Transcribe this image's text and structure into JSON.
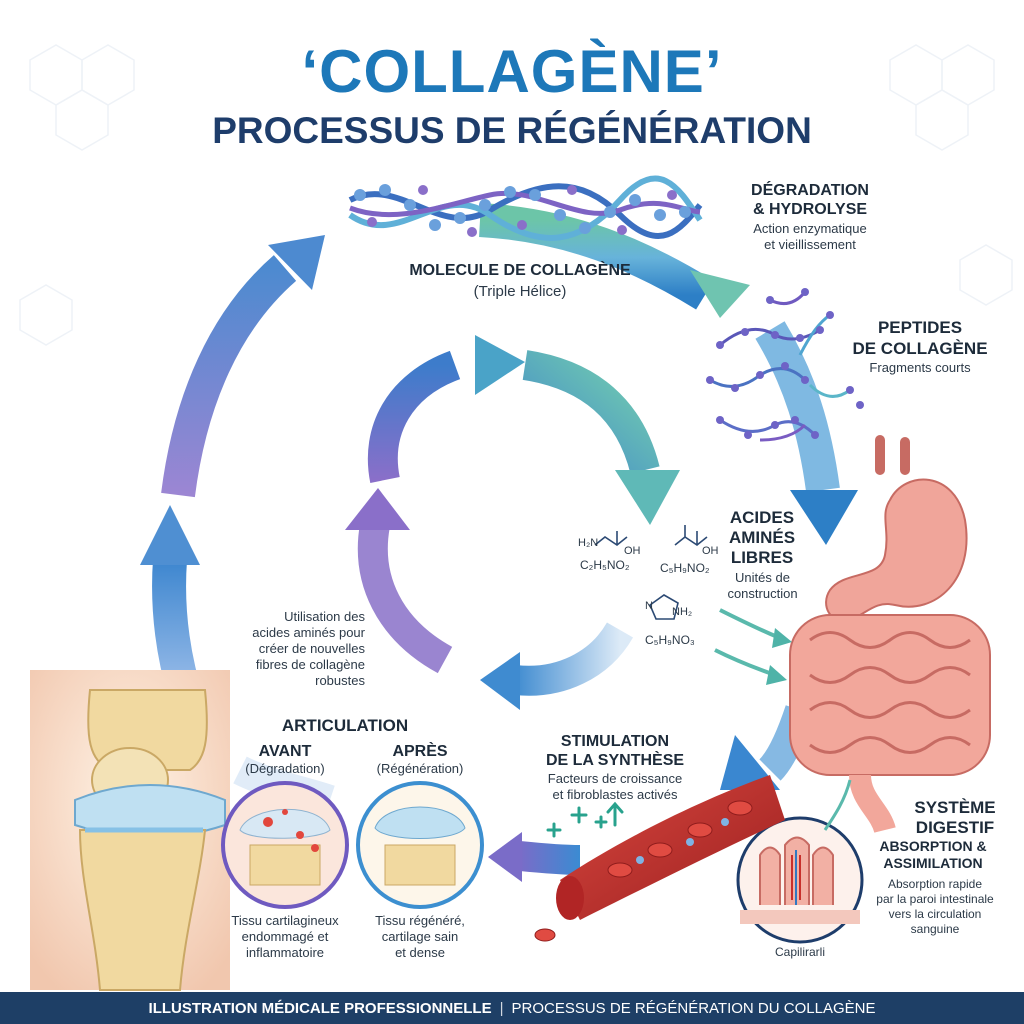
{
  "title": "‘COLLAGÈNE’",
  "subtitle": "PROCESSUS DE RÉGÉNÉRATION",
  "molecule": {
    "title": "MOLECULE DE COLLAGÈNE",
    "subtitle": "(Triple Hélice)"
  },
  "degradation": {
    "title_line1": "DÉGRADATION",
    "title_line2": "& HYDROLYSE",
    "desc_line1": "Action enzymatique",
    "desc_line2": "et vieillissement"
  },
  "peptides": {
    "title_line1": "PEPTIDES",
    "title_line2": "DE COLLAGÈNE",
    "desc": "Fragments courts"
  },
  "amino_acids": {
    "title_line1": "ACIDES",
    "title_line2": "AMINÉS",
    "title_line3": "LIBRES",
    "desc_line1": "Unités de",
    "desc_line2": "construction",
    "glycine_formula": "C₂H₅NO₂",
    "glutamic_formula": "C₅H₉NO₂",
    "proline_formula": "C₅H₉NO₃",
    "label_h2n": "H₂N",
    "label_oh1": "OH",
    "label_oh2": "OH",
    "label_nh2": "NH₂",
    "label_nh": "N"
  },
  "utilisation": {
    "line1": "Utilisation des",
    "line2": "acides aminés pour",
    "line3": "créer de nouvelles",
    "line4": "fibres de collagène",
    "line5": "robustes"
  },
  "articulation": {
    "title": "ARTICULATION",
    "before_title": "AVANT",
    "before_sub": "(Dégradation)",
    "after_title": "APRÈS",
    "after_sub": "(Régénération)",
    "before_desc_line1": "Tissu cartilagineux",
    "before_desc_line2": "endommagé et",
    "before_desc_line3": "inflammatoire",
    "after_desc_line1": "Tissu régénéré,",
    "after_desc_line2": "cartilage sain",
    "after_desc_line3": "et dense"
  },
  "stimulation": {
    "title_line1": "STIMULATION",
    "title_line2": "DE LA SYNTHÈSE",
    "desc_line1": "Facteurs de croissance",
    "desc_line2": "et fibroblastes activés"
  },
  "digestive": {
    "title_line1": "SYSTÈME",
    "title_line2": "DIGESTIF",
    "absorption_line1": "ABSORPTION &",
    "absorption_line2": "ASSIMILATION",
    "desc_line1": "Absorption rapide",
    "desc_line2": "par la paroi intestinale",
    "desc_line3": "vers la circulation",
    "desc_line4": "sanguine",
    "capillary_label": "Capilirarli"
  },
  "footer": {
    "bold": "ILLUSTRATION MÉDICALE PROFESSIONNELLE",
    "separator": "|",
    "rest": "PROCESSUS DE RÉGÉNÉRATION DU COLLAGÈNE"
  },
  "colors": {
    "title_blue": "#1d78b9",
    "navy": "#1e3d6b",
    "footer_bg": "#1e3f66",
    "arrow_purple": "#8a6fc9",
    "arrow_blue": "#3c8fd0",
    "arrow_green": "#6cc5a8",
    "organ_pink": "#ef9a8e",
    "blood_red": "#c8302c",
    "knee_yellow": "#f1d9a0",
    "cartilage_blue": "#bfe0f2"
  }
}
